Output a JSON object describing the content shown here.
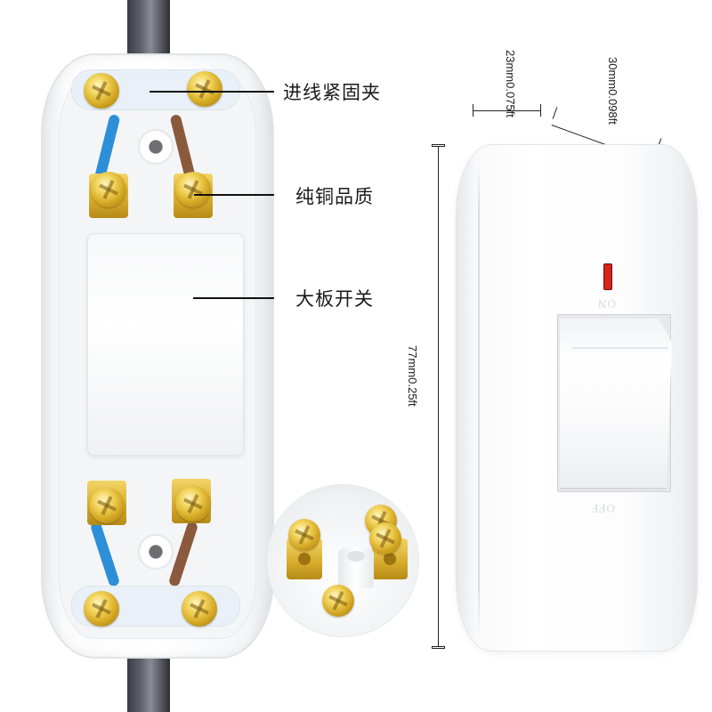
{
  "callouts": [
    {
      "label": "进线紧固夹"
    },
    {
      "label": "纯铜品质"
    },
    {
      "label": "大板开关"
    }
  ],
  "dimensions": {
    "width_top": "23mm0.075ft",
    "depth_top": "30mm0.098ft",
    "height_side": "77mm0.25ft"
  },
  "switch_face": {
    "on_label": "ON",
    "off_label": "OFF",
    "indicator_color": "#d8221f"
  },
  "colors": {
    "wire_live": "#8a5a3c",
    "wire_neutral": "#2d8fd8",
    "brass": "#d6ab2b",
    "housing": "#ffffff"
  }
}
